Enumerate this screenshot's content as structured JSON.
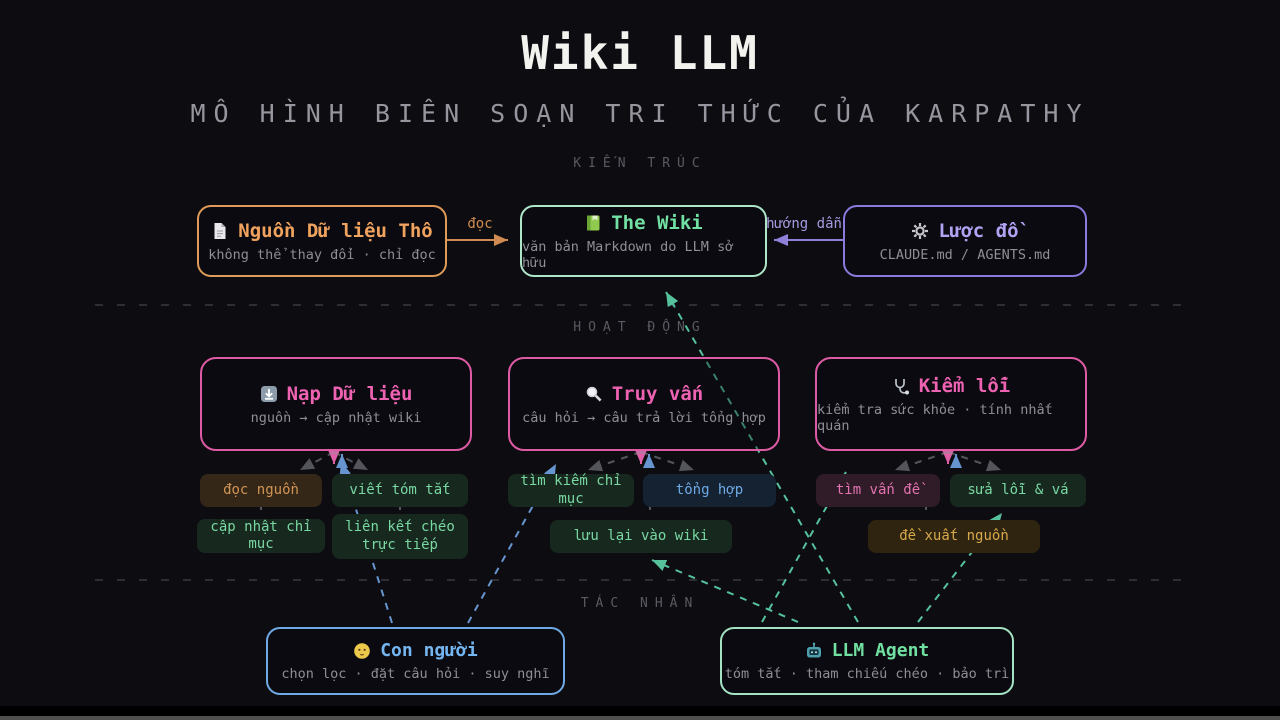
{
  "header": {
    "title": "Wiki LLM",
    "subtitle": "MÔ HÌNH BIÊN SOẠN TRI THỨC CỦA KARPATHY"
  },
  "sections": {
    "architecture": "KIẾN TRÚC",
    "operations": "HOẠT ĐỘNG",
    "actors": "TÁC NHÂN"
  },
  "edges": {
    "read_label": "đọc",
    "guide_label": "hướng dẫn"
  },
  "nodes": {
    "raw_source": {
      "icon": "document-icon",
      "title": "Nguồn Dữ liệu Thô",
      "subtitle": "không thể thay đổi · chỉ đọc",
      "accent": "#dd9a58"
    },
    "wiki": {
      "icon": "book-icon",
      "title": "The Wiki",
      "subtitle": "văn bản Markdown do LLM sở hữu",
      "accent": "#72e0a2"
    },
    "schema": {
      "icon": "gear-icon",
      "title": "Lược đồ",
      "subtitle": "CLAUDE.md / AGENTS.md",
      "accent": "#b2a2f2"
    },
    "ingest": {
      "icon": "download-icon",
      "title": "Nạp Dữ liệu",
      "subtitle": "nguồn → cập nhật wiki",
      "accent": "#ee62b2"
    },
    "query": {
      "icon": "search-icon",
      "title": "Truy vấn",
      "subtitle": "câu hỏi → câu trả lời tổng hợp",
      "accent": "#ee62b2"
    },
    "debug": {
      "icon": "stethoscope-icon",
      "title": "Kiểm lỗi",
      "subtitle": "kiểm tra sức khỏe · tính nhất quán",
      "accent": "#ee62b2"
    },
    "human": {
      "icon": "face-icon",
      "title": "Con người",
      "subtitle": "chọn lọc · đặt câu hỏi · suy nghĩ",
      "accent": "#74b6f2"
    },
    "agent": {
      "icon": "robot-icon",
      "title": "LLM Agent",
      "subtitle": "tóm tắt · tham chiếu chéo · bảo trì",
      "accent": "#70e0a0"
    }
  },
  "tags": {
    "ingest": [
      {
        "label": "đọc nguồn",
        "color": "#d29455",
        "bg": "#342717"
      },
      {
        "label": "viết tóm tắt",
        "color": "#79d7a2",
        "bg": "#17291f"
      },
      {
        "label": "cập nhật chỉ mục",
        "color": "#79d7a2",
        "bg": "#17291f"
      },
      {
        "label": "liên kết chéo trực tiếp",
        "color": "#79d7a2",
        "bg": "#17291f"
      }
    ],
    "query": [
      {
        "label": "tìm kiếm chỉ mục",
        "color": "#79d7a2",
        "bg": "#17291f"
      },
      {
        "label": "tổng hợp",
        "color": "#6ea9e6",
        "bg": "#152231"
      },
      {
        "label": "lưu lại vào wiki",
        "color": "#79d7a2",
        "bg": "#17291f"
      }
    ],
    "debug": [
      {
        "label": "tìm vấn đề",
        "color": "#e273ae",
        "bg": "#301c29"
      },
      {
        "label": "sửa lỗi & vá",
        "color": "#79d7a2",
        "bg": "#17291f"
      },
      {
        "label": "đề xuất nguồn",
        "color": "#d8a94b",
        "bg": "#2e2410"
      }
    ]
  }
}
